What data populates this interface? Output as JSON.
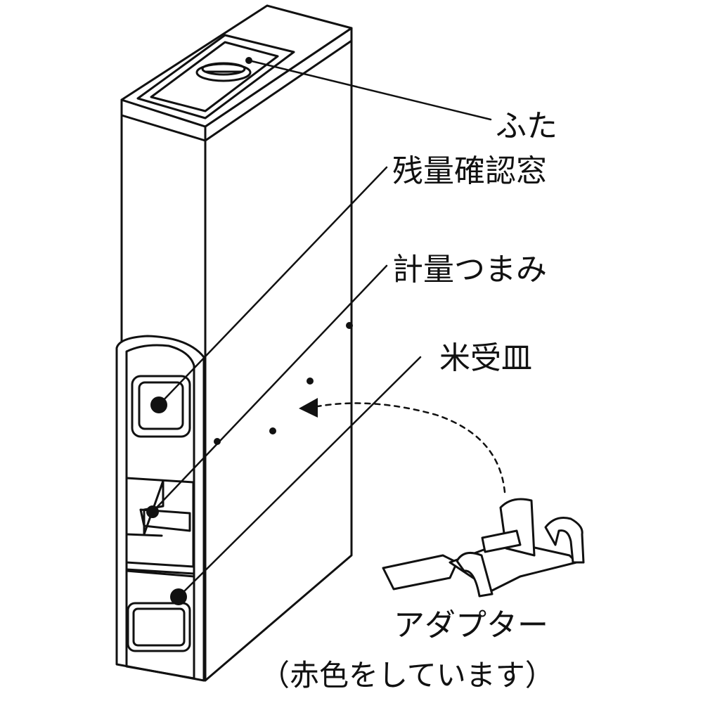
{
  "labels": {
    "lid": "ふた",
    "window": "残量確認窓",
    "knob": "計量つまみ",
    "tray": "米受皿",
    "adapter": "アダプター",
    "adapter_note": "（赤色をしています）"
  },
  "colors": {
    "line": "#111111",
    "background": "#ffffff"
  }
}
